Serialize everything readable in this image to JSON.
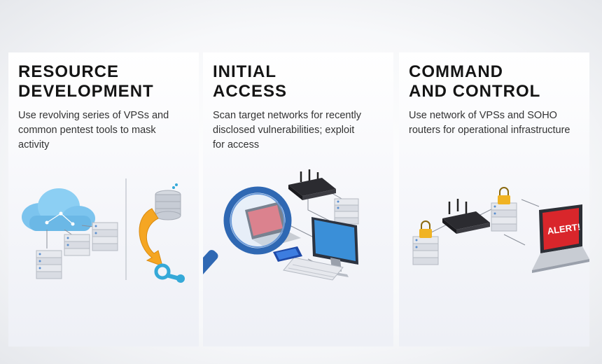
{
  "phases": [
    {
      "title": "RESOURCE\nDEVELOPMENT",
      "description": "Use revolving series of VPSs and\ncommon pentest tools to mask\nactivity"
    },
    {
      "title": "INITIAL\nACCESS",
      "description": "Scan target networks for recently\ndisclosed vulnerabilities; exploit\nfor access"
    },
    {
      "title": "COMMAND\nAND CONTROL",
      "description": "Use network of VPSs and SOHO\nrouters for operational infrastructure",
      "alert_label": "ALERT!"
    }
  ],
  "colors": {
    "cloud": "#7cc4ee",
    "accent_orange": "#f5a623",
    "wrench": "#35a9d8",
    "magnifier": "#2f68b3",
    "monitor_screen": "#3a8fd8",
    "alert_screen": "#d9262b",
    "lock": "#f0b323"
  },
  "icons": [
    "cloud-icon",
    "server-icon",
    "database-icon",
    "arrow-icon",
    "wrench-icon",
    "magnifier-icon",
    "router-icon",
    "monitor-icon",
    "keyboard-icon",
    "phone-icon",
    "laptop-icon",
    "lock-icon"
  ]
}
